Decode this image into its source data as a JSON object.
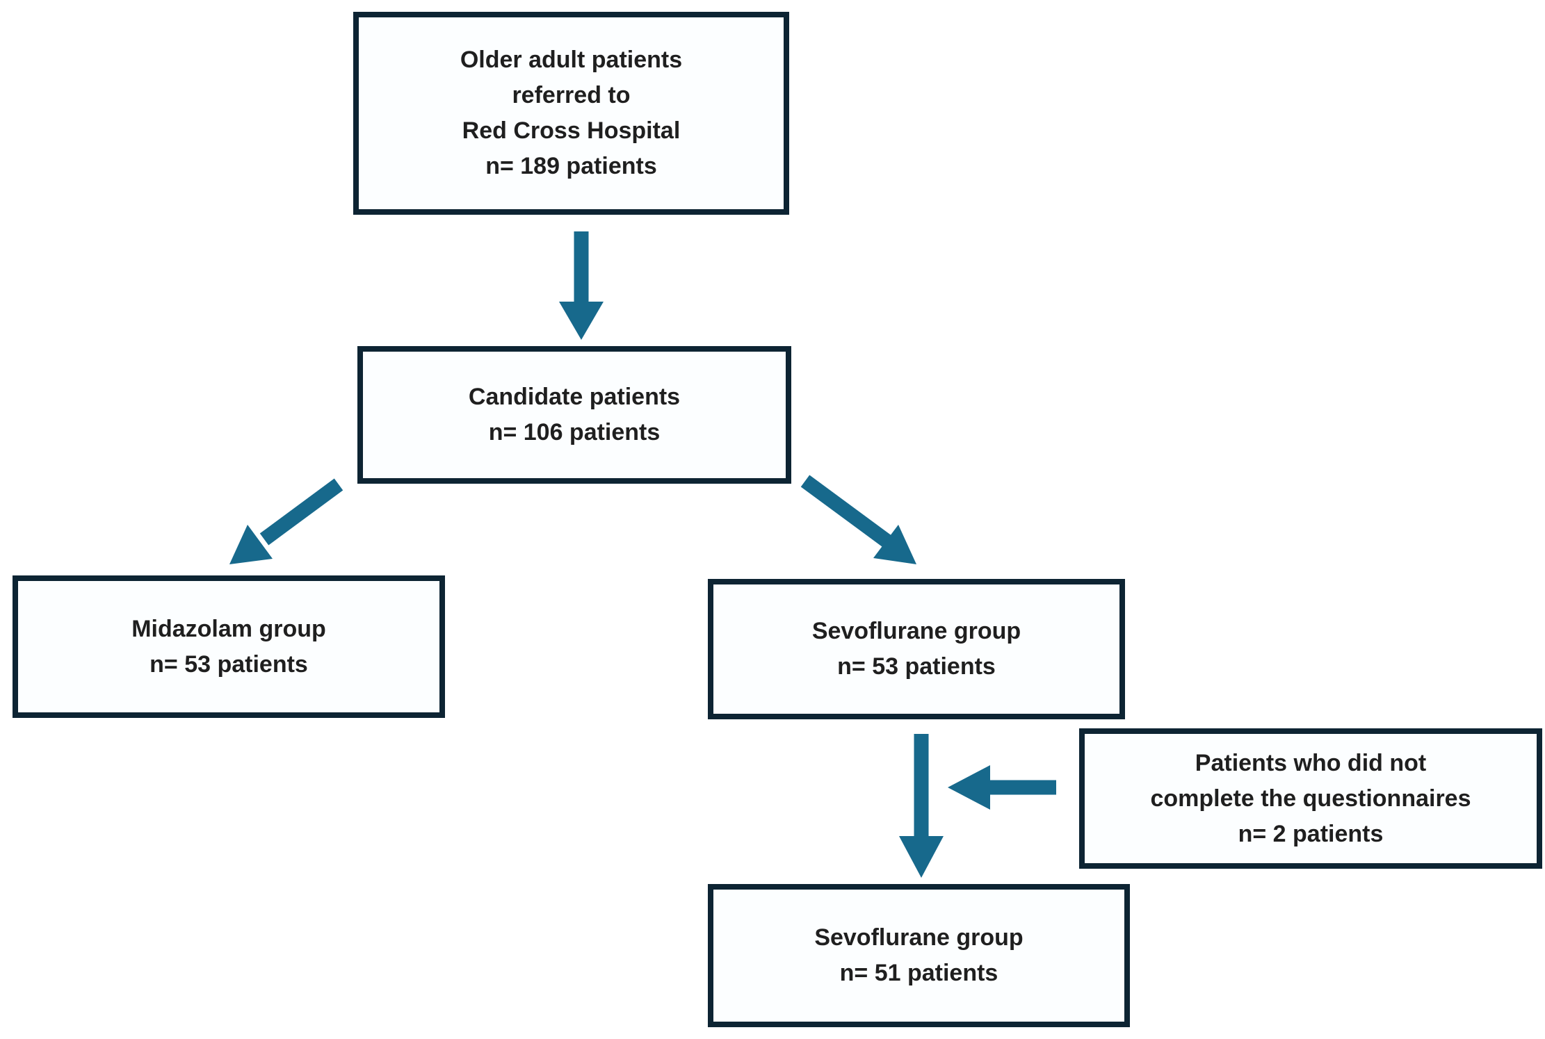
{
  "colors": {
    "box_border": "#0d2433",
    "box_fill": "#fcfeff",
    "arrow": "#17698c",
    "text": "#1f1f1f",
    "background": "#ffffff"
  },
  "flowchart": {
    "boxes": [
      {
        "name": "older-adult-patients",
        "text": "Older adult patients\nreferred to\nRed Cross Hospital\nn= 189 patients"
      },
      {
        "name": "candidate-patients",
        "text": "Candidate patients\nn= 106 patients"
      },
      {
        "name": "midazolam-group",
        "text": "Midazolam group\nn= 53 patients"
      },
      {
        "name": "sevoflurane-group-allocated",
        "text": "Sevoflurane group\nn= 53 patients"
      },
      {
        "name": "patients-not-completing-questionnaires",
        "text": "Patients who did not\ncomplete the questionnaires\nn= 2 patients"
      },
      {
        "name": "sevoflurane-group-final",
        "text": "Sevoflurane group\nn= 51 patients"
      }
    ],
    "arrows": [
      {
        "name": "arrow-referred-to-candidate",
        "direction": "down"
      },
      {
        "name": "arrow-candidate-to-midazolam",
        "direction": "down-left"
      },
      {
        "name": "arrow-candidate-to-sevoflurane",
        "direction": "down-right"
      },
      {
        "name": "arrow-sevoflurane-to-final",
        "direction": "down"
      },
      {
        "name": "arrow-dropout-into-flow",
        "direction": "left"
      }
    ]
  }
}
